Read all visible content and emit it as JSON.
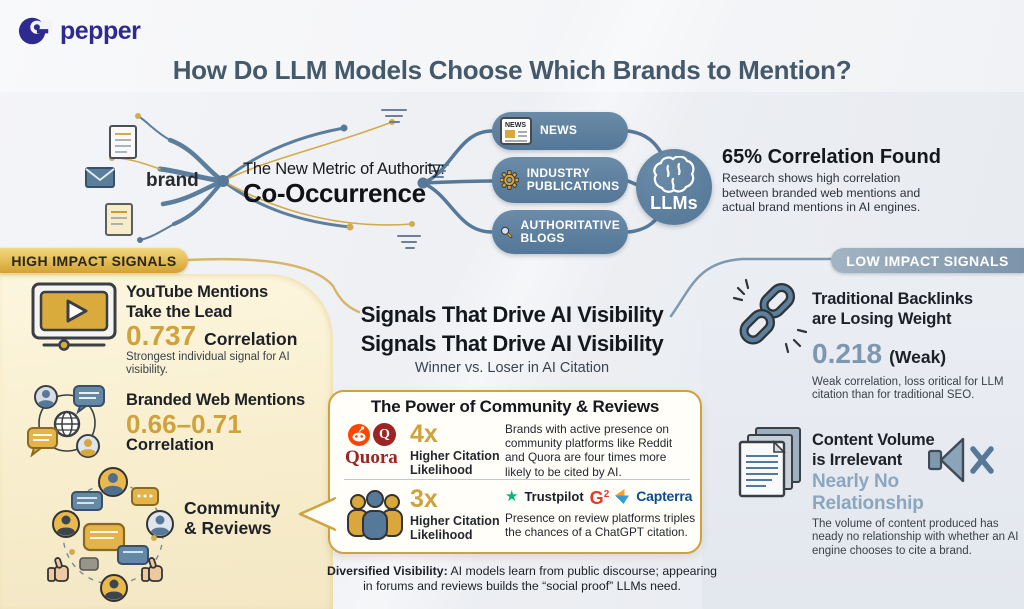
{
  "header": {
    "logo_text": "pepper",
    "title": "How Do LLM Models Choose Which Brands to Mention?"
  },
  "authority": {
    "brand_node": "brand",
    "kicker": "The New Metric of Authority:",
    "metric": "Co-Occurrence",
    "sources": [
      "NEWS",
      "INDUSTRY PUBLICATIONS",
      "AUTHORITATIVE BLOGS"
    ],
    "llms_label": "LLMs",
    "finding": {
      "title": "65% Correlation Found",
      "body": "Research shows high correlation between branded web mentions and actual brand mentions in AI engines."
    }
  },
  "high_impact": {
    "banner": "HIGH IMPACT SIGNALS",
    "youtube": {
      "title1": "YouTube Mentions",
      "title2": "Take the Lead",
      "value": "0.737",
      "value_label": "Correlation",
      "note": "Strongest individual signal for AI visibility."
    },
    "branded_mentions": {
      "title": "Branded Web Mentions",
      "value": "0.66–0.71",
      "value_label": "Correlation"
    },
    "community": {
      "title1": "Community",
      "title2": "& Reviews"
    }
  },
  "center": {
    "headline1": "Signals That Drive AI Visibility",
    "headline2": "Signals That Drive AI Visibility",
    "subtitle": "Winner vs. Loser in AI Citation",
    "power_box": {
      "title": "The Power of Community & Reviews",
      "row_community": {
        "multiplier": "4x",
        "label1": "Higher Citation",
        "label2": "Likelihood",
        "quora_initial": "Q",
        "quora_wordmark": "Quora",
        "body": "Brands with active presence on community platforms like Reddit and Quora are four times more likely to be cited by AI."
      },
      "row_reviews": {
        "multiplier": "3x",
        "label1": "Higher Citation",
        "label2": "Likelihood",
        "trustpilot_star": "★",
        "trustpilot": "Trustpilot",
        "g2": "G",
        "g2_sup": "2",
        "capterra": "Capterra",
        "body": "Presence on review platforms triples the chances of a ChatGPT citation."
      }
    },
    "footnote_lead": "Diversified Visibility:",
    "footnote_rest": " AI models learn from public discourse; appearing in forums and reviews builds the “social proof” LLMs need."
  },
  "low_impact": {
    "banner": "LOW IMPACT SIGNALS",
    "backlinks": {
      "title1": "Traditional Backlinks",
      "title2": "are Losing Weight",
      "value": "0.218",
      "value_note": "(Weak)",
      "body": "Weak correlation, loss oritical for LLM citation than for traditional SEO."
    },
    "content_volume": {
      "title1": "Content Volume",
      "title2": "is Irrelevant",
      "subtitle1": "Nearly No",
      "subtitle2": "Relationship",
      "body": "The volume of content produced has neady no relationship with whether an AI engine chooses to cite a brand."
    }
  },
  "icons": {
    "news_text": "NEWS"
  },
  "colors": {
    "gold_accent": "#cfa23b",
    "slate_blue": "#567798",
    "weak_value_blue": "#7c97b0",
    "pepper_indigo": "#2e2a8f",
    "trustpilot_green": "#00b67a",
    "g2_red": "#e5392c",
    "capterra_blue": "#0a4d8c",
    "reddit_orange": "#ff4500",
    "quora_red": "#9d2424"
  }
}
